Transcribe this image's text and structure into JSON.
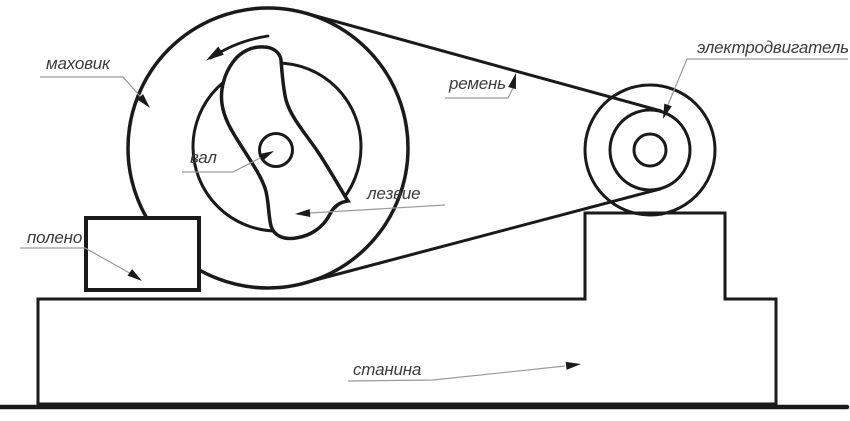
{
  "diagram": {
    "type": "technical-schematic",
    "subject": "belt-driven log splitter machine",
    "colors": {
      "background": "#ffffff",
      "line": "#1a1a1a",
      "leader_line": "#9a9a9a",
      "label_text": "#3c3c3c"
    },
    "labels": {
      "flywheel": {
        "text": "маховик"
      },
      "belt": {
        "text": "ремень"
      },
      "motor": {
        "text": "электродвигатель"
      },
      "shaft": {
        "text": "вал"
      },
      "blade": {
        "text": "лезвие"
      },
      "log": {
        "text": "полено"
      },
      "frame": {
        "text": "станина"
      }
    },
    "parts": [
      "flywheel-rim",
      "inner-disc",
      "s-blade",
      "shaft-circle",
      "drive-belt",
      "motor-pulley",
      "log-block",
      "motor-pedestal",
      "base-frame",
      "ground-line",
      "rotation-arrow"
    ]
  }
}
